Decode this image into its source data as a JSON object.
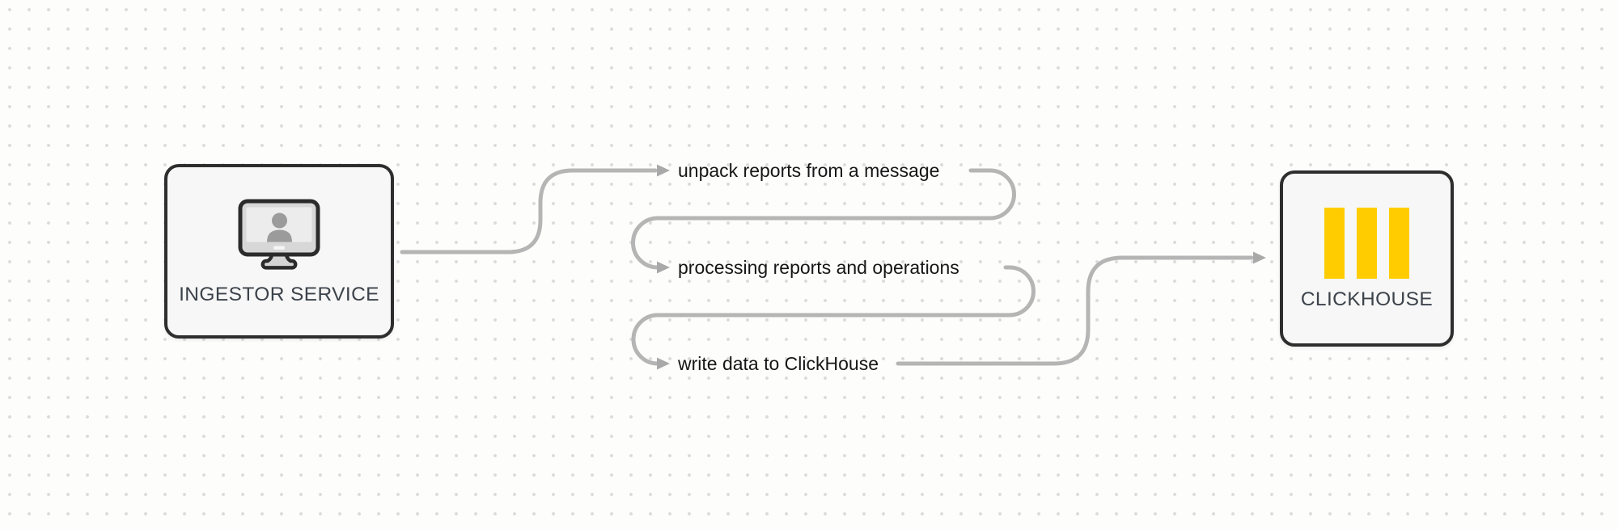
{
  "diagram": {
    "nodes": {
      "ingestor": {
        "label": "INGESTOR SERVICE",
        "icon": "monitor-user-icon"
      },
      "clickhouse": {
        "label": "CLICKHOUSE",
        "icon": "clickhouse-bars-icon"
      }
    },
    "steps": [
      {
        "label": "unpack reports from a message"
      },
      {
        "label": "processing reports and operations"
      },
      {
        "label": "write data to ClickHouse"
      }
    ],
    "flow": "INGESTOR SERVICE -> unpack reports from a message -> processing reports and operations -> write data to ClickHouse -> CLICKHOUSE",
    "colors": {
      "background": "#fdfdfc",
      "grid_dot": "#dbdbdb",
      "connector": "#b5b5b5",
      "arrowhead": "#a9a9a9",
      "node_border": "#2e2e2e",
      "node_fill": "#f6f7f6",
      "step_text": "#161616",
      "node_label_text": "#3d434b",
      "clickhouse_yellow": "#ffcc00",
      "monitor_body": "#d7d7d7",
      "monitor_screen": "#ececec",
      "monitor_silhouette": "#9b9b9b"
    }
  }
}
